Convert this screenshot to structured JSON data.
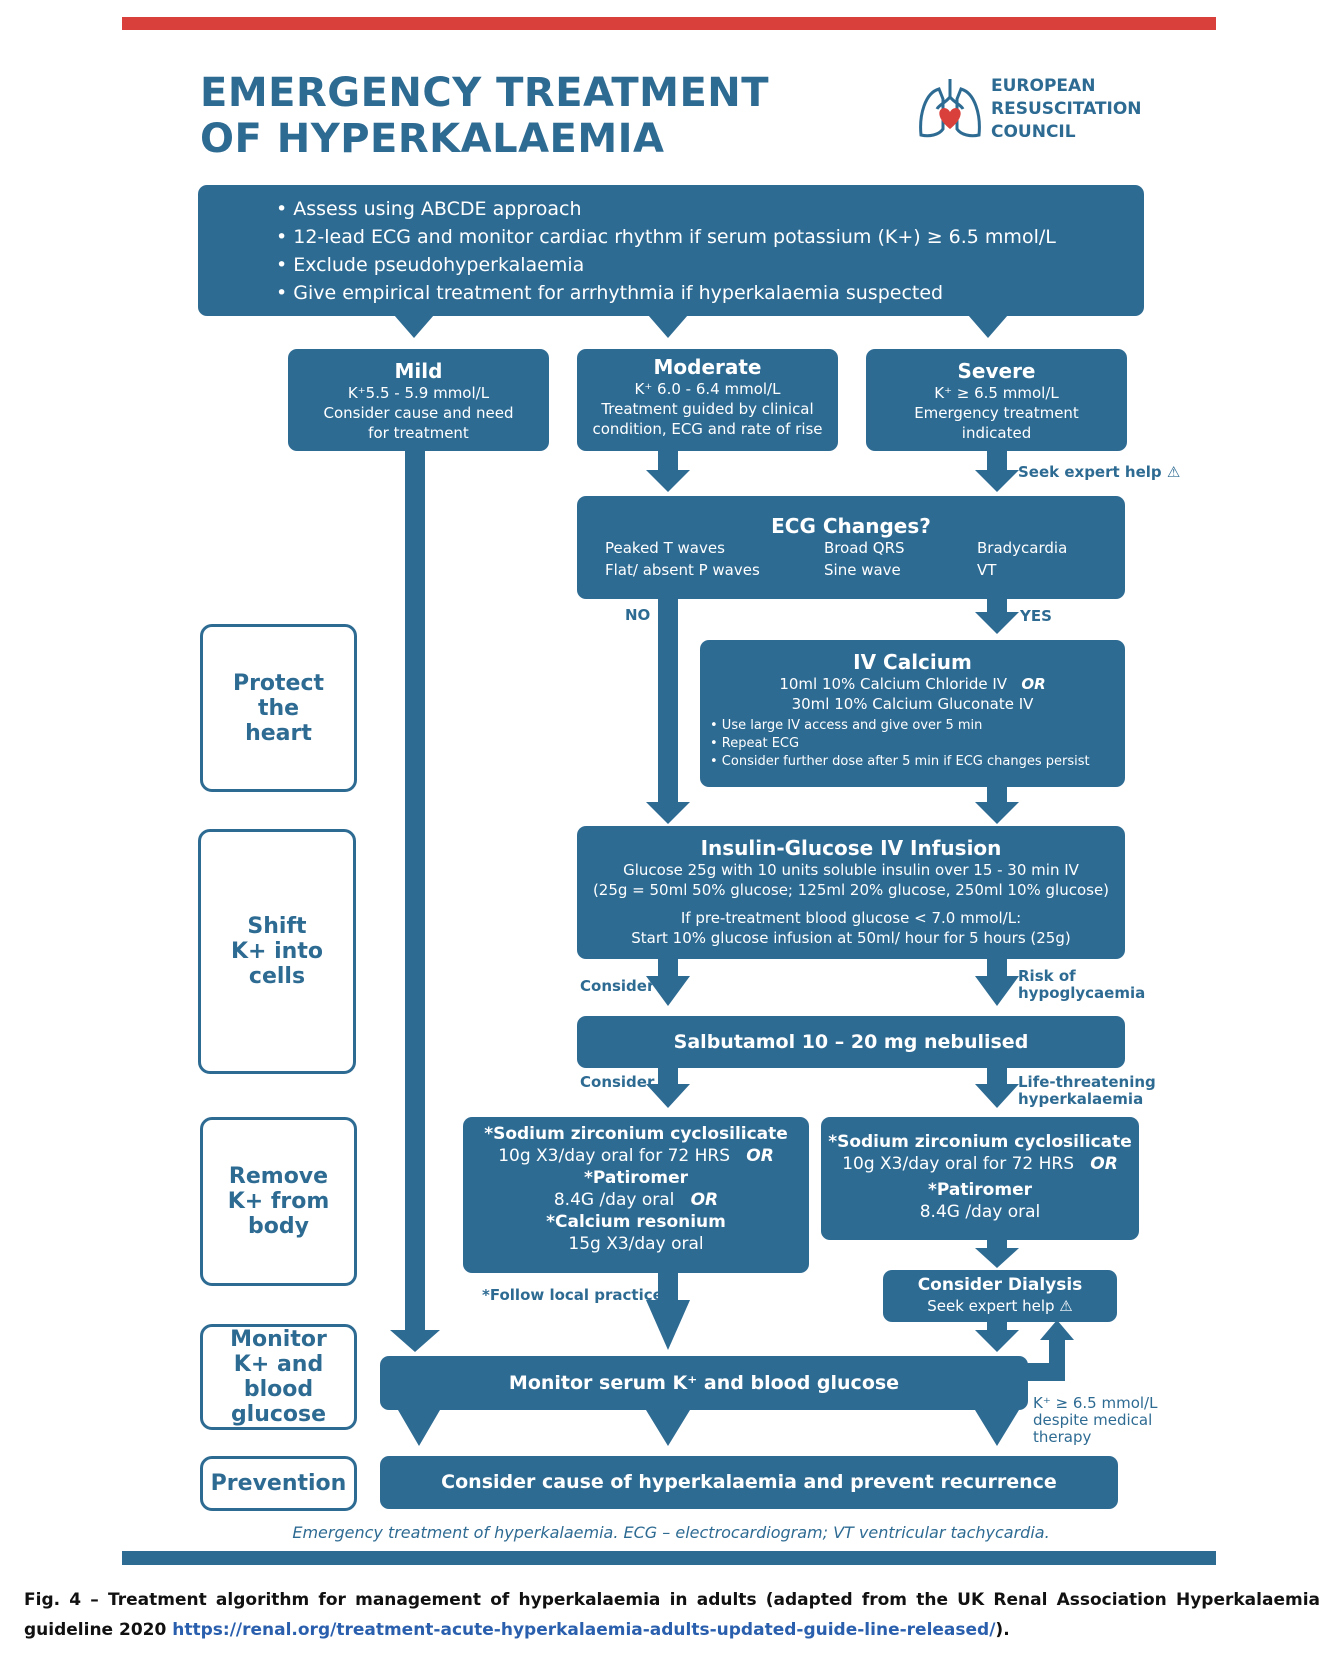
{
  "title": {
    "line1": "EMERGENCY TREATMENT",
    "line2": "OF HYPERKALAEMIA"
  },
  "logo": {
    "line1": "EUROPEAN",
    "line2": "RESUSCITATION",
    "line3": "COUNCIL",
    "icon": "lungs-heart-icon"
  },
  "assess": [
    "• Assess using ABCDE approach",
    "• 12-lead ECG and monitor cardiac rhythm if serum potassium (K+) ≥ 6.5 mmol/L",
    "• Exclude pseudohyperkalaemia",
    "• Give empirical treatment for arrhythmia if hyperkalaemia suspected"
  ],
  "mild": {
    "title": "Mild",
    "l1": "K⁺5.5 - 5.9 mmol/L",
    "l2": "Consider cause and need",
    "l3": "for treatment"
  },
  "moderate": {
    "title": "Moderate",
    "l1": "K⁺ 6.0 - 6.4 mmol/L",
    "l2": "Treatment guided by clinical",
    "l3": "condition, ECG and rate of rise"
  },
  "severe": {
    "title": "Severe",
    "l1": "K⁺ ≥ 6.5 mmol/L",
    "l2": "Emergency treatment",
    "l3": "indicated"
  },
  "seek_expert": "Seek expert help",
  "ecg": {
    "title": "ECG Changes?",
    "c1": [
      "Peaked T waves",
      "Flat/ absent P waves"
    ],
    "c2": [
      "Broad QRS",
      "Sine wave"
    ],
    "c3": [
      "Bradycardia",
      "VT"
    ]
  },
  "no_label": "NO",
  "yes_label": "YES",
  "calcium": {
    "title": "IV Calcium",
    "l1": "10ml 10% Calcium Chloride IV",
    "or": "OR",
    "l2": "30ml 10% Calcium Gluconate IV",
    "bullets": [
      "• Use large IV access and give over 5 min",
      "• Repeat ECG",
      "• Consider further dose after 5 min if ECG changes persist"
    ]
  },
  "insulin": {
    "title": "Insulin-Glucose IV Infusion",
    "l1": "Glucose 25g with 10 units soluble insulin over 15 - 30 min IV",
    "l2": "(25g = 50ml 50% glucose; 125ml 20% glucose, 250ml 10% glucose)",
    "l3": "If pre-treatment blood glucose < 7.0 mmol/L:",
    "l4": "Start 10% glucose infusion at 50ml/ hour for 5 hours (25g)"
  },
  "consider": "Consider",
  "risk_hypo": {
    "l1": "Risk of",
    "l2": "hypoglycaemia"
  },
  "salbutamol": "Salbutamol 10 – 20 mg nebulised",
  "life_threat": {
    "l1": "Life-threatening",
    "l2": "hyperkalaemia"
  },
  "remove_left": {
    "t1": "*Sodium zirconium cyclosilicate",
    "l1": "10g X3/day oral for 72 HRS",
    "t2": "*Patiromer",
    "l2": "8.4G /day oral",
    "t3": "*Calcium resonium",
    "l3": "15g X3/day oral"
  },
  "remove_right": {
    "t1": "*Sodium zirconium cyclosilicate",
    "l1": "10g X3/day oral for 72 HRS",
    "t2": "*Patiromer",
    "l2": "8.4G /day oral"
  },
  "follow_local": "*Follow local practice",
  "dialysis": {
    "title": "Consider  Dialysis",
    "sub": "Seek expert help"
  },
  "monitor": "Monitor serum K⁺ and blood glucose",
  "despite": {
    "l1": "K⁺ ≥ 6.5 mmol/L",
    "l2": "despite medical",
    "l3": "therapy"
  },
  "prevent": "Consider cause of hyperkalaemia and prevent recurrence",
  "side": {
    "protect": "Protect the heart",
    "shift": "Shift K+ into cells",
    "remove": "Remove K+ from body",
    "monitor": "Monitor K+ and blood glucose",
    "prevention": "Prevention"
  },
  "caption": "Emergency treatment of hyperkalaemia.  ECG – electrocardiogram; VT ventricular tachycardia.",
  "figure_caption": {
    "text": "Fig. 4 – Treatment algorithm for management of hyperkalaemia in adults (adapted from the UK Renal Association Hyperkalaemia guideline 2020 ",
    "link": "https://renal.org/treatment-acute-hyperkalaemia-adults-updated-guide-line-released/",
    "end": ")."
  },
  "colors": {
    "primary": "#2e6b93",
    "red_bar": "#d9403b",
    "heart": "#d9403b"
  }
}
